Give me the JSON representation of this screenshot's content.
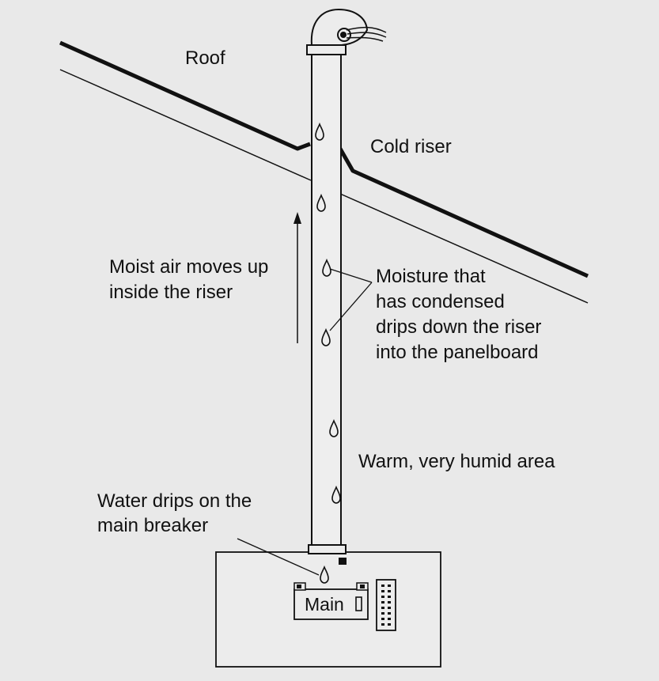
{
  "labels": {
    "roof": "Roof",
    "cold_riser": "Cold riser",
    "moist_air_1": "Moist air moves up",
    "moist_air_2": "inside the riser",
    "moisture_1": "Moisture that",
    "moisture_2": "has condensed",
    "moisture_3": "drips down the riser",
    "moisture_4": "into the panelboard",
    "warm_area": "Warm, very humid area",
    "water_drips_1": "Water drips on the",
    "water_drips_2": "main breaker",
    "main": "Main"
  },
  "colors": {
    "background": "#e9e9e9",
    "ink": "#111111"
  }
}
